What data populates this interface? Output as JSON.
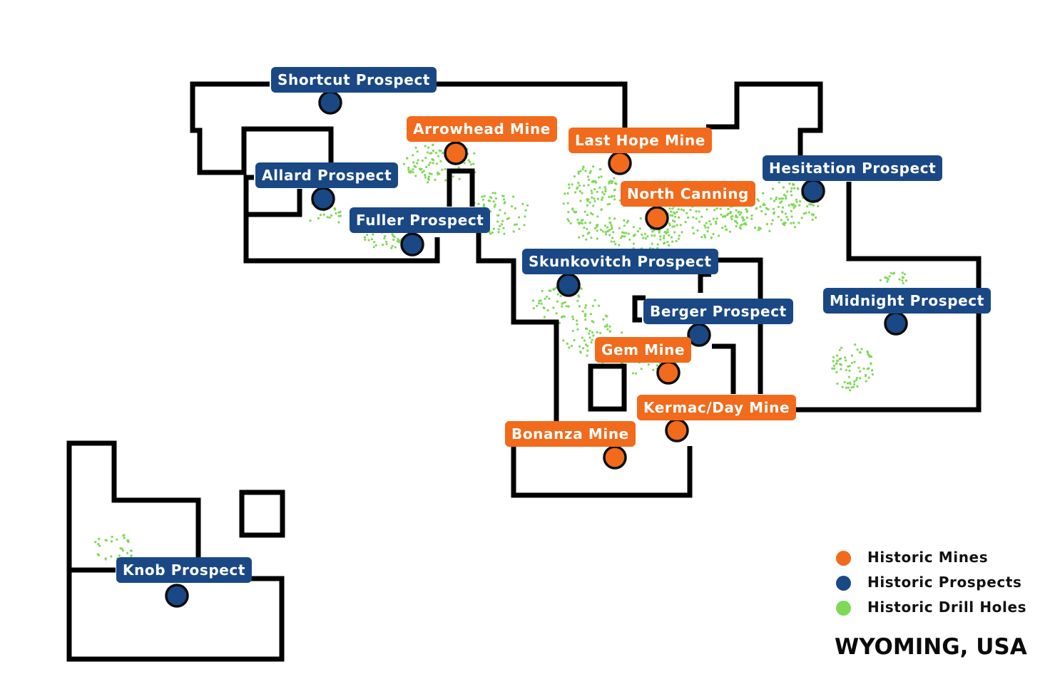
{
  "colors": {
    "mine": "#f26a1b",
    "prospect": "#1a4885",
    "drill_hole": "#7ed957",
    "boundary": "#000000",
    "background": "#ffffff"
  },
  "sites": [
    {
      "id": "shortcut",
      "type": "prospect",
      "label": "Shortcut Prospect"
    },
    {
      "id": "arrowhead",
      "type": "mine",
      "label": "Arrowhead Mine"
    },
    {
      "id": "last-hope",
      "type": "mine",
      "label": "Last Hope Mine"
    },
    {
      "id": "allard",
      "type": "prospect",
      "label": "Allard Prospect"
    },
    {
      "id": "hesitation",
      "type": "prospect",
      "label": "Hesitation Prospect"
    },
    {
      "id": "north-canning",
      "type": "mine",
      "label": "North Canning"
    },
    {
      "id": "fuller",
      "type": "prospect",
      "label": "Fuller Prospect"
    },
    {
      "id": "skunkovitch",
      "type": "prospect",
      "label": "Skunkovitch Prospect"
    },
    {
      "id": "midnight",
      "type": "prospect",
      "label": "Midnight Prospect"
    },
    {
      "id": "berger",
      "type": "prospect",
      "label": "Berger Prospect"
    },
    {
      "id": "gem",
      "type": "mine",
      "label": "Gem Mine"
    },
    {
      "id": "kermac-day",
      "type": "mine",
      "label": "Kermac/Day Mine"
    },
    {
      "id": "bonanza",
      "type": "mine",
      "label": "Bonanza Mine"
    },
    {
      "id": "knob",
      "type": "prospect",
      "label": "Knob Prospect"
    }
  ],
  "legend": [
    {
      "key": "mine",
      "label": "Historic Mines",
      "icon": "orange-circle-icon"
    },
    {
      "key": "prospect",
      "label": "Historic Prospects",
      "icon": "blue-circle-icon"
    },
    {
      "key": "drill_hole",
      "label": "Historic Drill Holes",
      "icon": "green-circle-icon"
    }
  ],
  "region_label": "WYOMING, USA"
}
